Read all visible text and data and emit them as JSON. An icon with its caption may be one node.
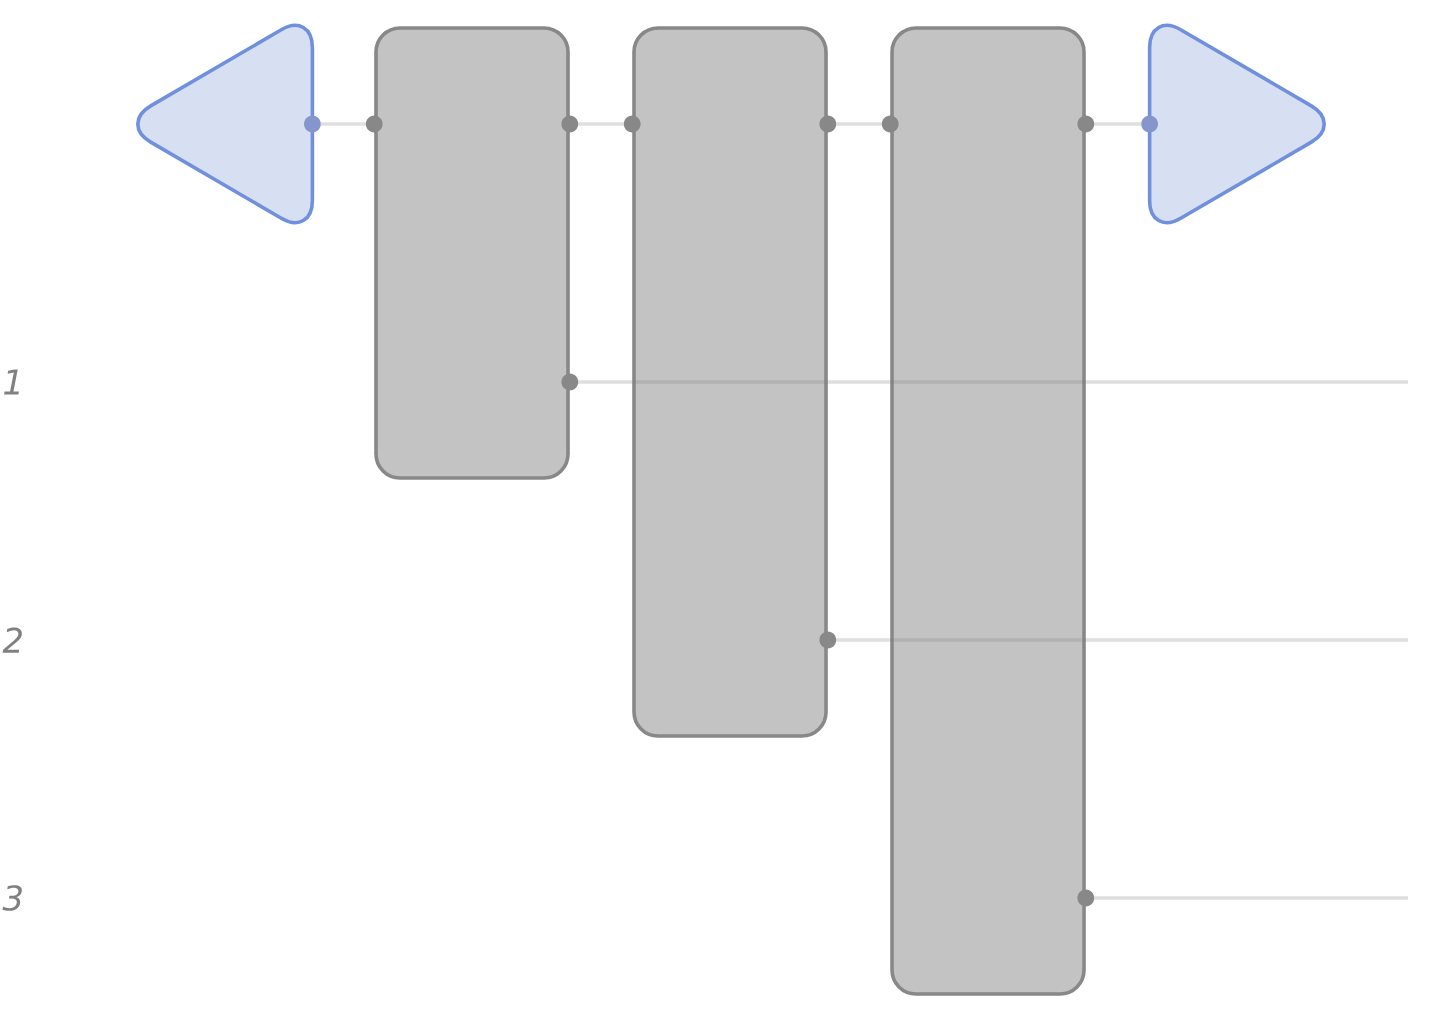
{
  "diagram": {
    "nodes": [
      {
        "text": [],
        "shape": "triangle"
      },
      {
        "text": [],
        "shape": "box"
      },
      {
        "text": [],
        "shape": "box"
      },
      {
        "text": [],
        "shape": "box"
      },
      {
        "text": [],
        "shape": "triangle"
      }
    ],
    "edges": [
      {
        "from": 0,
        "to": 1,
        "arrow": "none"
      },
      {
        "from": 1,
        "to": 2,
        "arrow": "none"
      },
      {
        "from": 2,
        "to": 3,
        "arrow": "none"
      },
      {
        "from": 3,
        "to": 4,
        "arrow": "none"
      },
      {
        "from": 1,
        "to": null,
        "arrow": "none"
      },
      {
        "from": 2,
        "to": null,
        "arrow": "none"
      },
      {
        "from": 3,
        "to": null,
        "arrow": "none"
      }
    ],
    "labels": [
      "1",
      "2",
      "3"
    ]
  }
}
